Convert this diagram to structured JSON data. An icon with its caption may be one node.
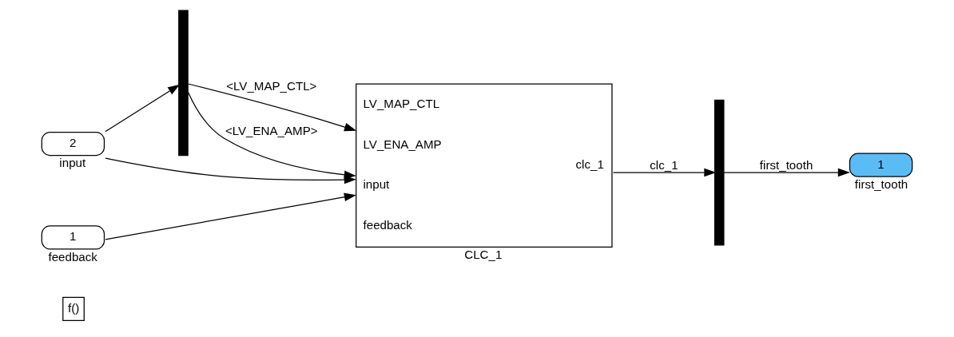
{
  "diagram": {
    "nodes": [
      {
        "text": [
          "f()"
        ]
      },
      {
        "text": [
          "2"
        ],
        "beside": [
          "input"
        ]
      },
      {
        "text": [
          "1"
        ],
        "beside": [
          "feedback"
        ]
      },
      {
        "text": [],
        "shape": "bar"
      },
      {
        "text": [
          "LV_MAP_CTL",
          "LV_ENA_AMP",
          "input",
          "feedback",
          "clc_1"
        ],
        "beside": [
          "CLC_1"
        ]
      },
      {
        "text": [],
        "shape": "bar"
      },
      {
        "text": [
          "1"
        ],
        "beside": [
          "first_tooth"
        ]
      }
    ],
    "edges": [
      {
        "from": 1,
        "to": 3,
        "arrow": "to"
      },
      {
        "from": 3,
        "to": 4,
        "arrow": "to",
        "label": "<LV_MAP_CTL>"
      },
      {
        "from": 3,
        "to": 4,
        "arrow": "to",
        "label": "<LV_ENA_AMP>"
      },
      {
        "from": 1,
        "to": 4,
        "arrow": "to"
      },
      {
        "from": 2,
        "to": 4,
        "arrow": "to"
      },
      {
        "from": 4,
        "to": 5,
        "arrow": "to",
        "label": "clc_1"
      },
      {
        "from": 5,
        "to": 6,
        "arrow": "to",
        "label": "first_tooth"
      }
    ]
  }
}
